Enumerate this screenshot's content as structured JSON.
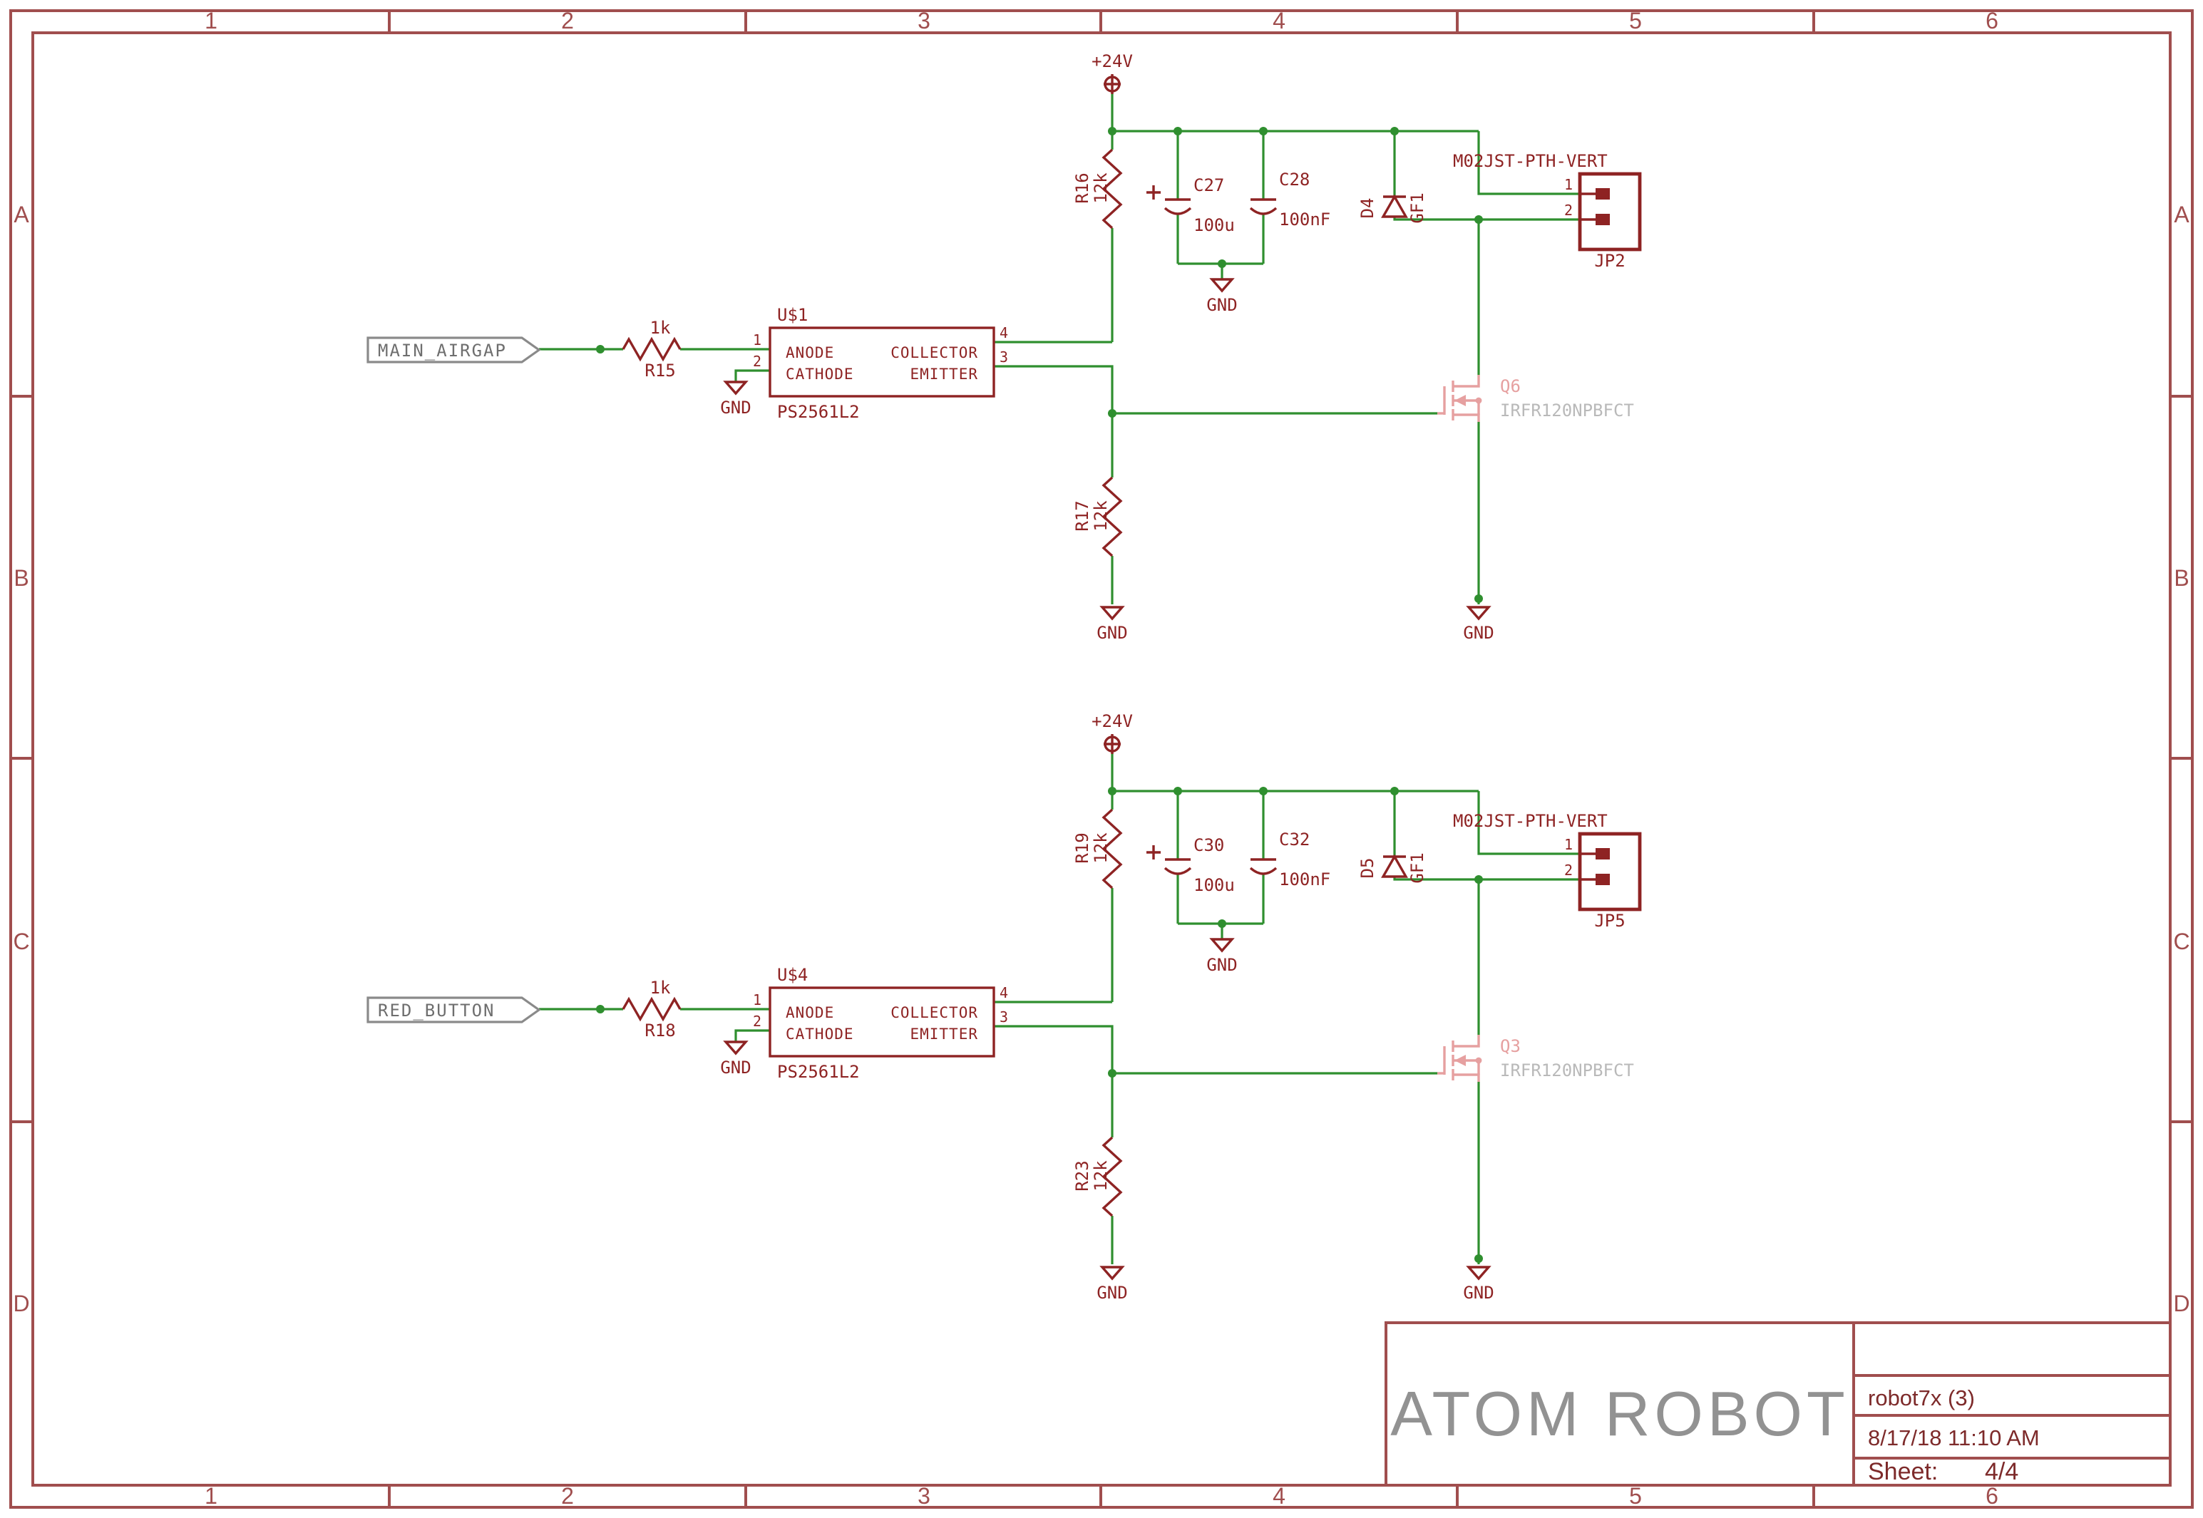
{
  "colors": {
    "frame_red": "#a04e4e",
    "component_red": "#8e2323",
    "wire_green": "#2f8f2f",
    "label_gray": "#8a8a8a",
    "net_text_gray": "#6e6e6e",
    "fet_pink": "#e6a0a0",
    "part_gray": "#b9b9b9",
    "title_gray": "#929292",
    "tb_text": "#7d2a2a"
  },
  "sheet_frame": {
    "columns": [
      "1",
      "2",
      "3",
      "4",
      "5",
      "6"
    ],
    "rows": [
      "A",
      "B",
      "C",
      "D"
    ]
  },
  "title_block": {
    "project_title": "ATOM ROBOT",
    "filename": "robot7x (3)",
    "timestamp": "8/17/18 11:10 AM",
    "sheet_label": "Sheet:",
    "sheet_number": "4/4"
  },
  "circuits": [
    {
      "net_label": "MAIN_AIRGAP",
      "supply": "+24V",
      "gnd": "GND",
      "input_resistor": {
        "name": "R15",
        "value": "1k"
      },
      "optocoupler": {
        "name": "U$1",
        "part": "PS2561L2",
        "row1_left": "ANODE",
        "row1_right": "COLLECTOR",
        "row2_left": "CATHODE",
        "row2_right": "EMITTER",
        "pins": {
          "p1": "1",
          "p2": "2",
          "p3": "3",
          "p4": "4"
        }
      },
      "pullup_resistor": {
        "name": "R16",
        "value": "12k"
      },
      "bulk_cap": {
        "name": "C27",
        "value": "100u"
      },
      "bypass_cap": {
        "name": "C28",
        "value": "100nF"
      },
      "flyback_diode": {
        "name": "D4",
        "value": "GF1"
      },
      "connector": {
        "part": "M02JST-PTH-VERT",
        "name": "JP2",
        "pin1": "1",
        "pin2": "2"
      },
      "mosfet": {
        "name": "Q6",
        "part": "IRFR120NPBFCT"
      },
      "pulldown_resistor": {
        "name": "R17",
        "value": "12k"
      }
    },
    {
      "net_label": "RED_BUTTON",
      "supply": "+24V",
      "gnd": "GND",
      "input_resistor": {
        "name": "R18",
        "value": "1k"
      },
      "optocoupler": {
        "name": "U$4",
        "part": "PS2561L2",
        "row1_left": "ANODE",
        "row1_right": "COLLECTOR",
        "row2_left": "CATHODE",
        "row2_right": "EMITTER",
        "pins": {
          "p1": "1",
          "p2": "2",
          "p3": "3",
          "p4": "4"
        }
      },
      "pullup_resistor": {
        "name": "R19",
        "value": "12k"
      },
      "bulk_cap": {
        "name": "C30",
        "value": "100u"
      },
      "bypass_cap": {
        "name": "C32",
        "value": "100nF"
      },
      "flyback_diode": {
        "name": "D5",
        "value": "GF1"
      },
      "connector": {
        "part": "M02JST-PTH-VERT",
        "name": "JP5",
        "pin1": "1",
        "pin2": "2"
      },
      "mosfet": {
        "name": "Q3",
        "part": "IRFR120NPBFCT"
      },
      "pulldown_resistor": {
        "name": "R23",
        "value": "12k"
      }
    }
  ]
}
